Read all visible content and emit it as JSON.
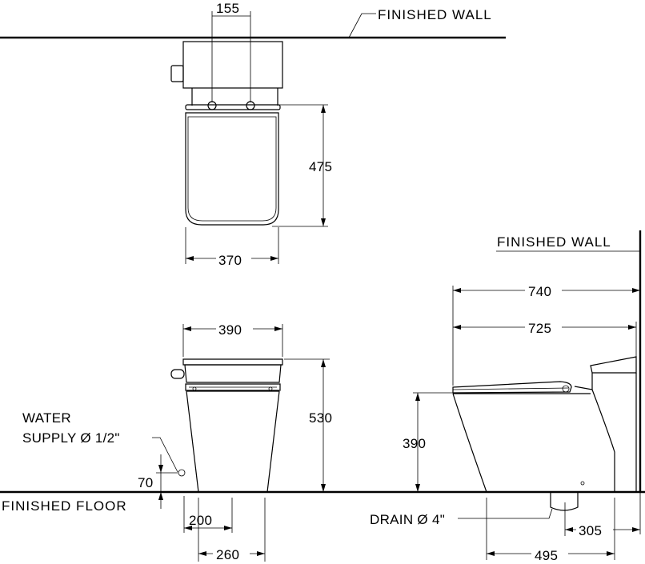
{
  "labels": {
    "finished_wall_top": "FINISHED  WALL",
    "finished_wall_side": "FINISHED  WALL",
    "finished_floor": "FINISHED  FLOOR",
    "water_supply_line1": "WATER",
    "water_supply_line2": "SUPPLY Ø 1/2\"",
    "drain": "DRAIN Ø 4\""
  },
  "dimensions": {
    "top_bolt_spacing": "155",
    "top_depth": "475",
    "top_width": "370",
    "front_width": "390",
    "front_height": "530",
    "supply_height": "70",
    "front_base_200": "200",
    "front_base_260": "260",
    "side_overall": "740",
    "side_seat": "725",
    "side_seat_height": "390",
    "side_drain_offset": "305",
    "side_base": "495"
  },
  "colors": {
    "line": "#000000",
    "background": "#ffffff"
  }
}
